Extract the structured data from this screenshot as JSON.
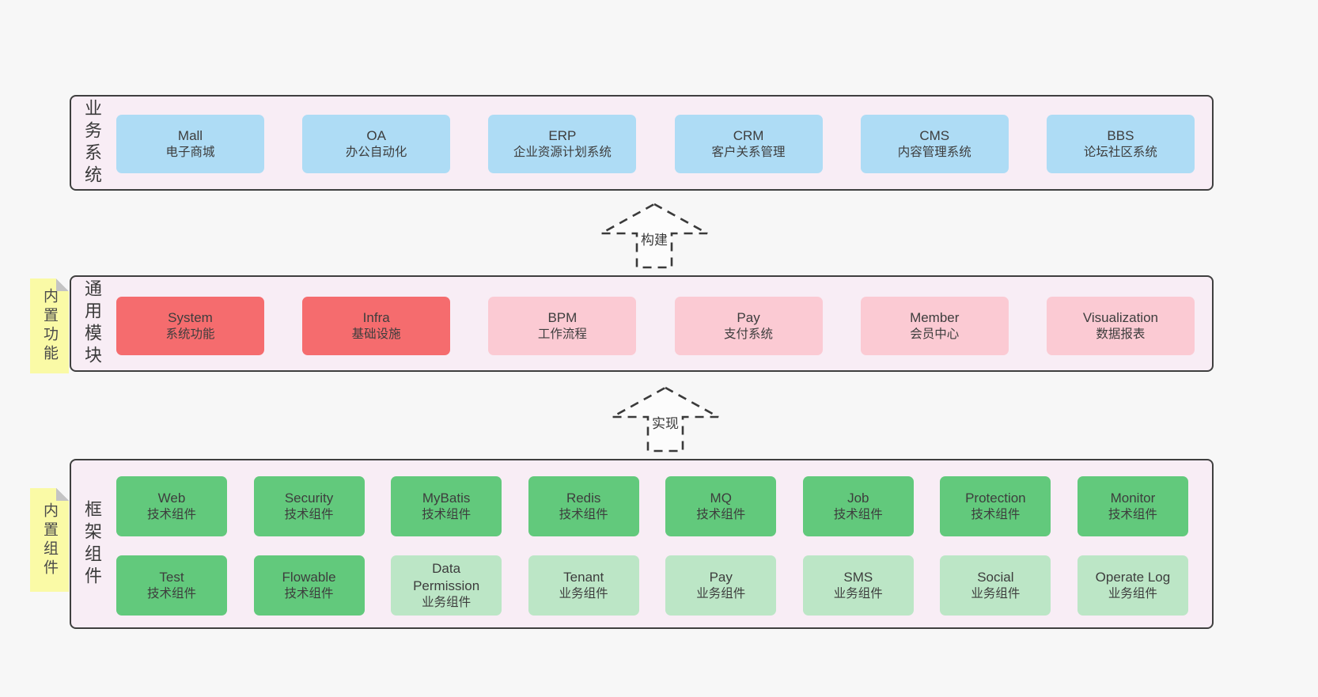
{
  "colors": {
    "page-bg": "#f7f7f7",
    "panel-bg": "#f8edf5",
    "panel-border": "#3f3f3f",
    "box-blue": "#aedcf5",
    "box-red": "#f56c6e",
    "box-pink": "#fbcad3",
    "box-green": "#62c97c",
    "box-lightgreen": "#bce6c6",
    "note-yellow": "#fafaa6",
    "note-fold": "#c4c4c4",
    "text": "#3d3d3d"
  },
  "arrows": {
    "build": {
      "label": "构建"
    },
    "implement": {
      "label": "实现"
    }
  },
  "layers": {
    "business": {
      "label": "业务系统",
      "boxes": [
        {
          "title": "Mall",
          "subtitle": "电子商城"
        },
        {
          "title": "OA",
          "subtitle": "办公自动化"
        },
        {
          "title": "ERP",
          "subtitle": "企业资源计划系统"
        },
        {
          "title": "CRM",
          "subtitle": "客户关系管理"
        },
        {
          "title": "CMS",
          "subtitle": "内容管理系统"
        },
        {
          "title": "BBS",
          "subtitle": "论坛社区系统"
        }
      ]
    },
    "modules": {
      "label": "通用模块",
      "note": "内置功能",
      "boxes": [
        {
          "title": "System",
          "subtitle": "系统功能"
        },
        {
          "title": "Infra",
          "subtitle": "基础设施"
        },
        {
          "title": "BPM",
          "subtitle": "工作流程"
        },
        {
          "title": "Pay",
          "subtitle": "支付系统"
        },
        {
          "title": "Member",
          "subtitle": "会员中心"
        },
        {
          "title": "Visualization",
          "subtitle": "数据报表"
        }
      ]
    },
    "components": {
      "label": "框架组件",
      "note": "内置组件",
      "row1": [
        {
          "title": "Web",
          "subtitle": "技术组件"
        },
        {
          "title": "Security",
          "subtitle": "技术组件"
        },
        {
          "title": "MyBatis",
          "subtitle": "技术组件"
        },
        {
          "title": "Redis",
          "subtitle": "技术组件"
        },
        {
          "title": "MQ",
          "subtitle": "技术组件"
        },
        {
          "title": "Job",
          "subtitle": "技术组件"
        },
        {
          "title": "Protection",
          "subtitle": "技术组件"
        },
        {
          "title": "Monitor",
          "subtitle": "技术组件"
        }
      ],
      "row2": [
        {
          "title": "Test",
          "subtitle": "技术组件"
        },
        {
          "title": "Flowable",
          "subtitle": "技术组件"
        },
        {
          "title": "Data Permission",
          "subtitle": "业务组件"
        },
        {
          "title": "Tenant",
          "subtitle": "业务组件"
        },
        {
          "title": "Pay",
          "subtitle": "业务组件"
        },
        {
          "title": "SMS",
          "subtitle": "业务组件"
        },
        {
          "title": "Social",
          "subtitle": "业务组件"
        },
        {
          "title": "Operate Log",
          "subtitle": "业务组件"
        }
      ]
    }
  }
}
